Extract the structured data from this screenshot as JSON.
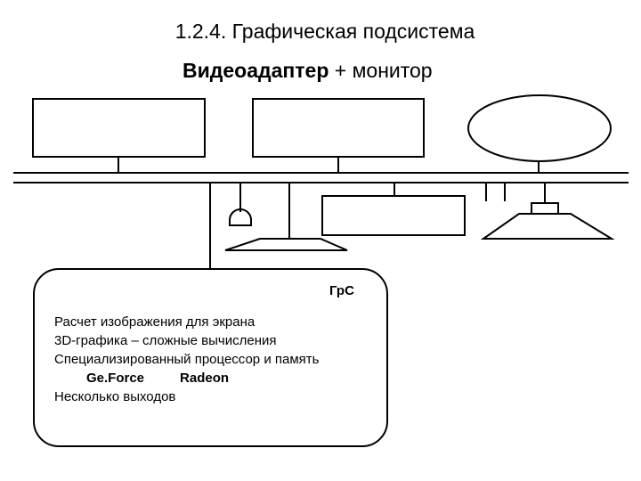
{
  "slide": {
    "title": "1.2.4. Графическая подсистема",
    "subtitle_bold": "Видеоадаптер",
    "subtitle_rest": " + монитор"
  },
  "card": {
    "label": "ГрС",
    "lines": [
      "Расчет изображения для экрана",
      "3D-графика – сложные вычисления",
      "Специализированный процессор и память"
    ],
    "gpu_names": [
      "Ge.Force",
      "Radeon"
    ],
    "last_line": "Несколько выходов"
  }
}
